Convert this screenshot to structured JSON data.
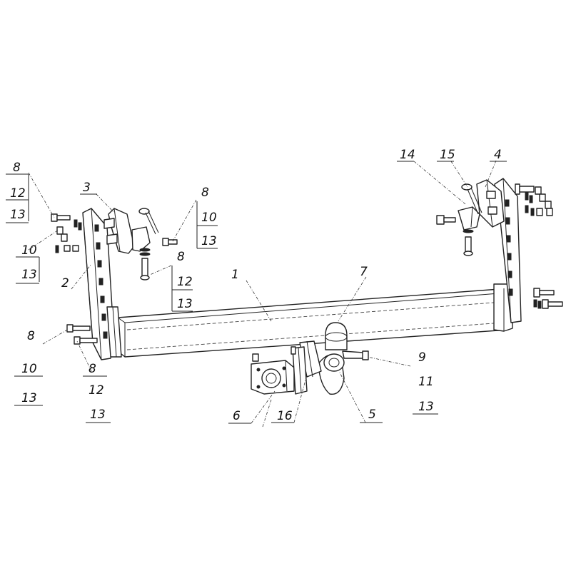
{
  "callouts": {
    "frame": "1",
    "left_bracket": "2",
    "left_clamp": "3",
    "right_bracket": "4",
    "ball": "5",
    "socket": "6",
    "ball_mount": "7",
    "bolt": "8",
    "bolt_right": "9",
    "washer_a": "10",
    "washer_b": "11",
    "washer_c": "12",
    "nut": "13",
    "right_clamp": "14",
    "right_plate": "15",
    "socket_plate": "16"
  },
  "stack_top_left": [
    "8",
    "12",
    "13"
  ],
  "stack_mid_left": [
    "10",
    "13"
  ],
  "stack_top_center": [
    "8",
    "10",
    "13"
  ],
  "stack_center": [
    "8",
    "12",
    "13"
  ],
  "stack_bottom_left_a": [
    "8",
    "10",
    "13"
  ],
  "stack_bottom_left_b": [
    "8",
    "12",
    "13"
  ],
  "stack_bottom_right": [
    "9",
    "11",
    "13"
  ],
  "colors": {
    "ink": "#222222",
    "paper": "#ffffff"
  }
}
